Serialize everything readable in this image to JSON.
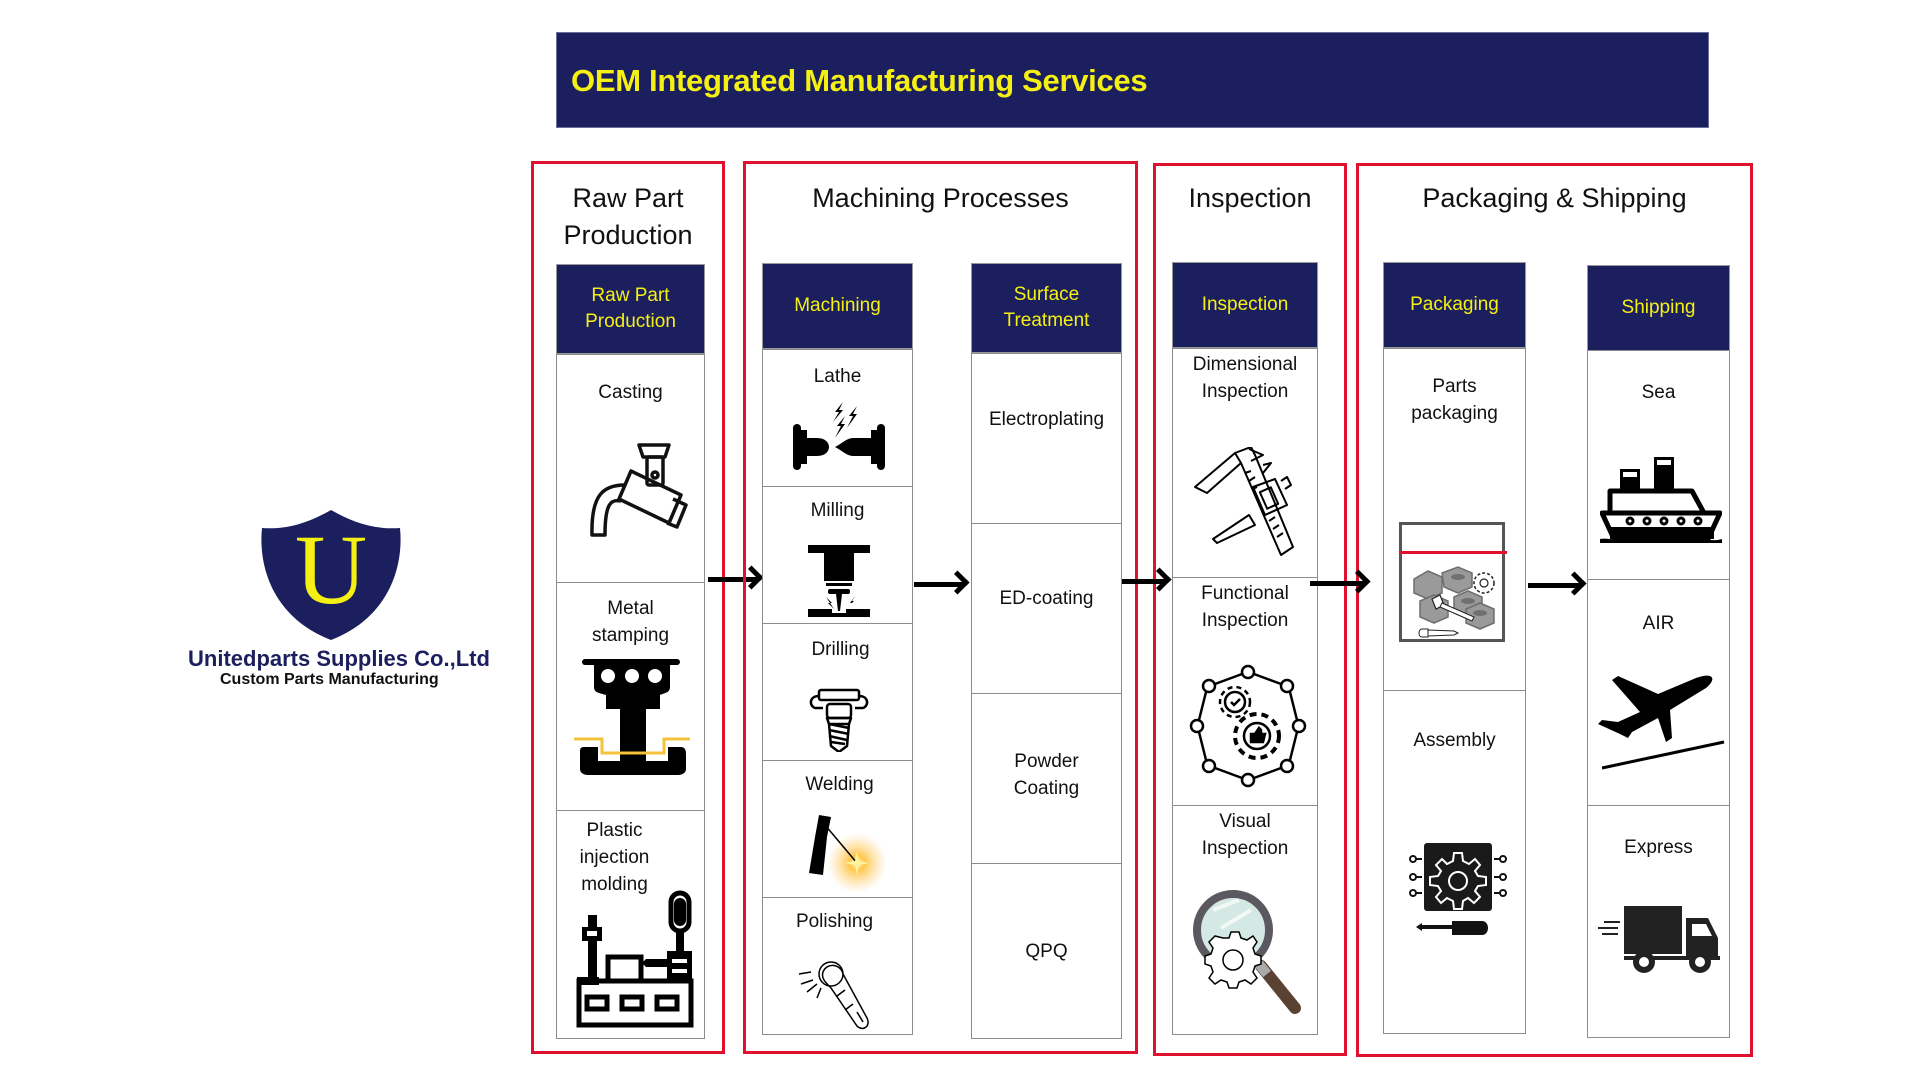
{
  "banner": {
    "title": "OEM Integrated Manufacturing Services"
  },
  "logo": {
    "letter": "U",
    "company": "Unitedparts Supplies Co.,Ltd",
    "tagline": "Custom Parts Manufacturing"
  },
  "colors": {
    "navy": "#1c1f5e",
    "yellow": "#f5f014",
    "red": "#e0102f"
  },
  "stages": [
    {
      "title": "Raw Part Production",
      "columns": [
        {
          "header": "Raw Part Production",
          "items": [
            {
              "label": "Casting",
              "icon": "casting-icon"
            },
            {
              "label": "Metal stamping",
              "icon": "metal-stamping-icon"
            },
            {
              "label": "Plastic injection molding",
              "icon": "injection-molding-icon"
            }
          ]
        }
      ]
    },
    {
      "title": "Machining Processes",
      "columns": [
        {
          "header": "Machining",
          "items": [
            {
              "label": "Lathe",
              "icon": "lathe-icon"
            },
            {
              "label": "Milling",
              "icon": "milling-icon"
            },
            {
              "label": "Drilling",
              "icon": "drilling-icon"
            },
            {
              "label": "Welding",
              "icon": "welding-icon"
            },
            {
              "label": "Polishing",
              "icon": "polishing-icon"
            }
          ]
        },
        {
          "header": "Surface Treatment",
          "items": [
            {
              "label": "Electroplating"
            },
            {
              "label": "ED-coating"
            },
            {
              "label": "Powder Coating"
            },
            {
              "label": "QPQ"
            }
          ]
        }
      ]
    },
    {
      "title": "Inspection",
      "columns": [
        {
          "header": "Inspection",
          "items": [
            {
              "label": "Dimensional Inspection",
              "icon": "caliper-icon"
            },
            {
              "label": "Functional Inspection",
              "icon": "gear-network-icon"
            },
            {
              "label": "Visual Inspection",
              "icon": "magnifier-icon"
            }
          ]
        }
      ]
    },
    {
      "title": "Packaging & Shipping",
      "columns": [
        {
          "header": "Packaging",
          "items": [
            {
              "label": "Parts packaging",
              "icon": "parts-box-icon"
            },
            {
              "label": "Assembly",
              "icon": "assembly-icon"
            }
          ]
        },
        {
          "header": "Shipping",
          "items": [
            {
              "label": "Sea",
              "icon": "ship-icon"
            },
            {
              "label": "AIR",
              "icon": "airplane-icon"
            },
            {
              "label": "Express",
              "icon": "truck-icon"
            }
          ]
        }
      ]
    }
  ]
}
